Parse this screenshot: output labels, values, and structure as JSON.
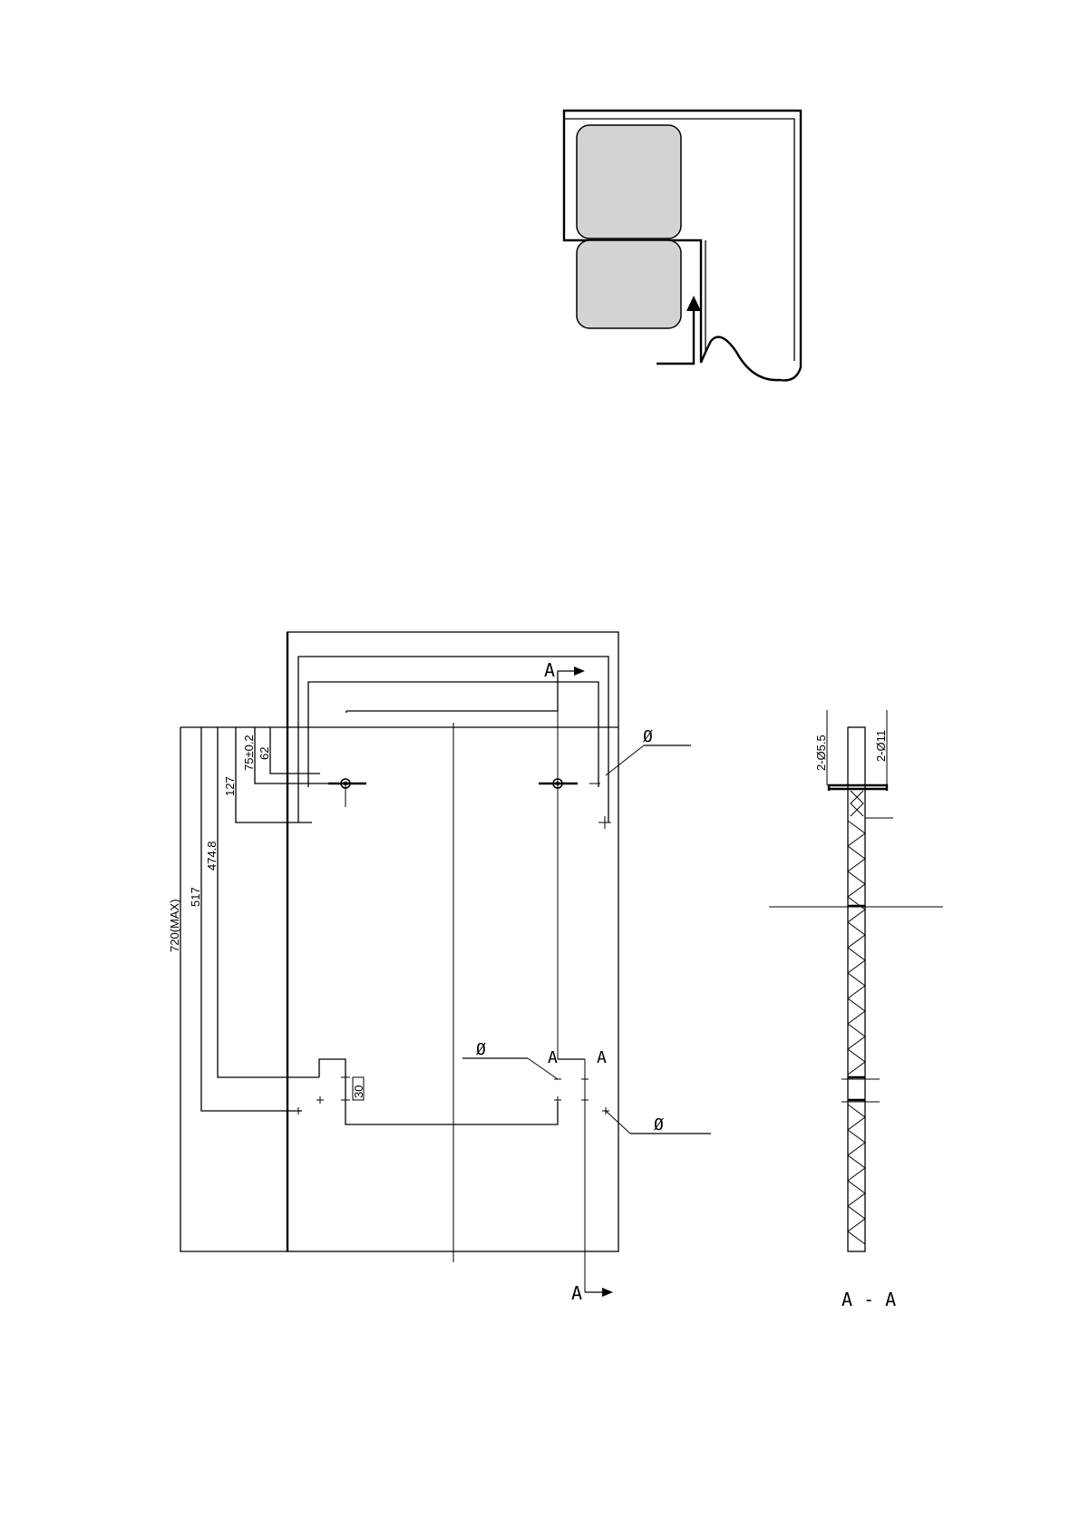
{
  "views": {
    "section_marker": "A",
    "section_view_label": "A - A",
    "diameter_symbol": "Ø"
  },
  "dimensions": {
    "overall_height": "720(MAX)",
    "dim_517": "517",
    "dim_474_8": "474.8",
    "dim_127": "127",
    "dim_75": "75±0.2",
    "dim_62": "62",
    "dim_30": "30",
    "hole_small": "2-Ø5.5",
    "hole_large": "2-Ø11"
  },
  "colors": {
    "line": "#000000",
    "cabinet_fill": "#d3d3d3"
  }
}
